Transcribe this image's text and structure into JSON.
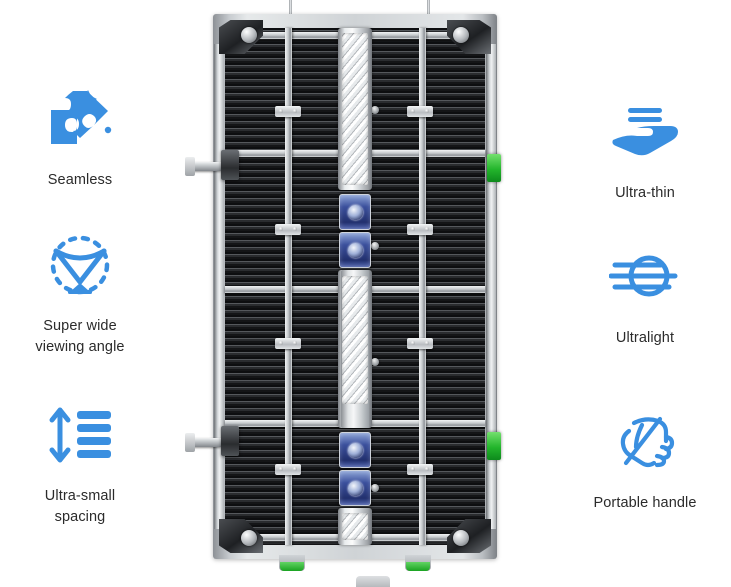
{
  "page": {
    "background_color": "#ffffff",
    "accent_color": "#3a8fe0",
    "text_color": "#2b2b2b",
    "green_accent": "#23b52c"
  },
  "features_left": [
    {
      "id": "seamless",
      "icon": "puzzle-piece-icon",
      "label": "Seamless"
    },
    {
      "id": "viewing-angle",
      "icon": "viewing-angle-icon",
      "label": "Super wide\nviewing angle"
    },
    {
      "id": "ultra-small-spacing",
      "icon": "pixel-spacing-icon",
      "label": "Ultra-small\nspacing"
    }
  ],
  "features_right": [
    {
      "id": "ultra-thin",
      "icon": "hand-thin-panel-icon",
      "label": "Ultra-thin"
    },
    {
      "id": "ultralight",
      "icon": "lightweight-speed-icon",
      "label": "Ultralight"
    },
    {
      "id": "portable-handle",
      "icon": "hand-grip-handle-icon",
      "label": "Portable handle"
    }
  ],
  "product": {
    "name": "led-display-cabinet-rear-view",
    "description": "Rear view of a rental LED display cabinet"
  }
}
